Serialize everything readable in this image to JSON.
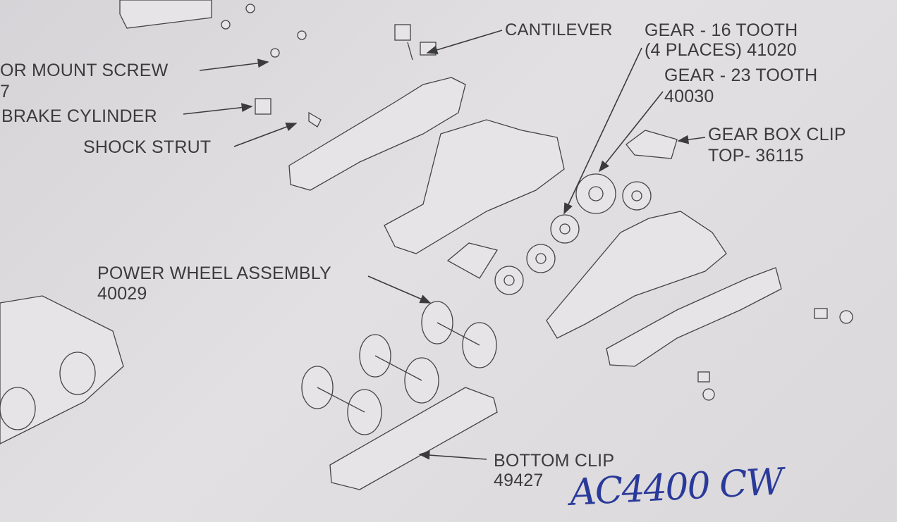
{
  "labels": {
    "motor_mount_screw": {
      "name": "OR MOUNT SCREW",
      "part": "7"
    },
    "brake_cylinder": {
      "name": "BRAKE CYLINDER"
    },
    "shock_strut": {
      "name": "SHOCK STRUT"
    },
    "cantilever": {
      "name": "CANTILEVER"
    },
    "gear_16": {
      "name": "GEAR - 16 TOOTH",
      "part": "(4 PLACES) 41020"
    },
    "gear_23": {
      "name": "GEAR - 23 TOOTH",
      "part": "40030"
    },
    "gear_box_clip": {
      "name": "GEAR BOX CLIP",
      "part": "TOP- 36115"
    },
    "power_wheel": {
      "name": "POWER WHEEL ASSEMBLY",
      "part": "40029"
    },
    "bottom_clip": {
      "name": "BOTTOM CLIP",
      "part": "49427"
    }
  },
  "handwritten_note": "AC4400 CW",
  "colors": {
    "paper": "#dcdadc",
    "ink": "#3b3b3d",
    "pen": "#2a3a9a"
  }
}
